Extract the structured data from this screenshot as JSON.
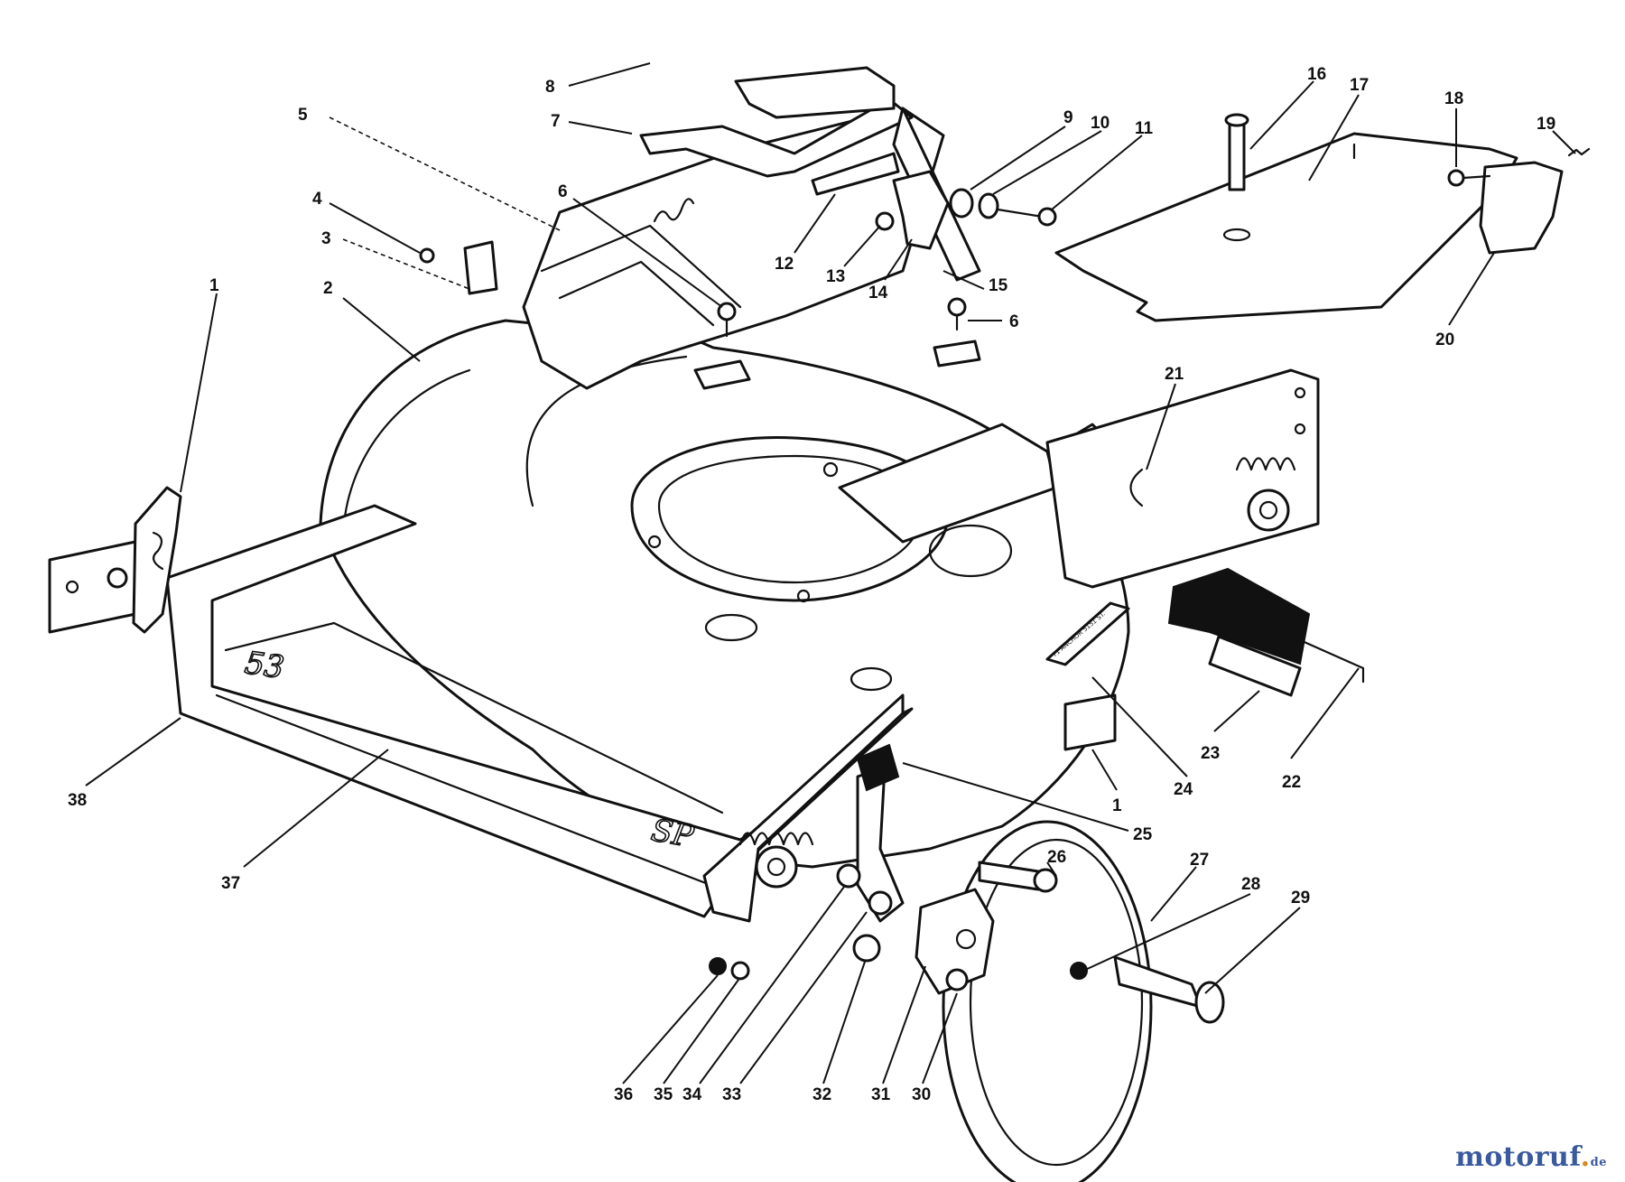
{
  "callouts": [
    "1",
    "2",
    "3",
    "4",
    "5",
    "6",
    "7",
    "8",
    "9",
    "10",
    "11",
    "12",
    "13",
    "14",
    "15",
    "16",
    "17",
    "18",
    "19",
    "20",
    "21",
    "22",
    "23",
    "24",
    "25",
    "26",
    "27",
    "28",
    "29",
    "30",
    "31",
    "32",
    "33",
    "34",
    "35",
    "36",
    "37",
    "38"
  ],
  "deck_marking": "SP",
  "deck_size_marking": "53",
  "decal_text": "71 ANCHOR 5151 ST.",
  "brand": {
    "part1": "motoruf",
    "part2": ".",
    "part3": "de"
  },
  "colors": {
    "line": "#111111",
    "paper": "#ffffff",
    "brand_blue": "#3a5a9e",
    "brand_orange": "#d98a1e"
  }
}
